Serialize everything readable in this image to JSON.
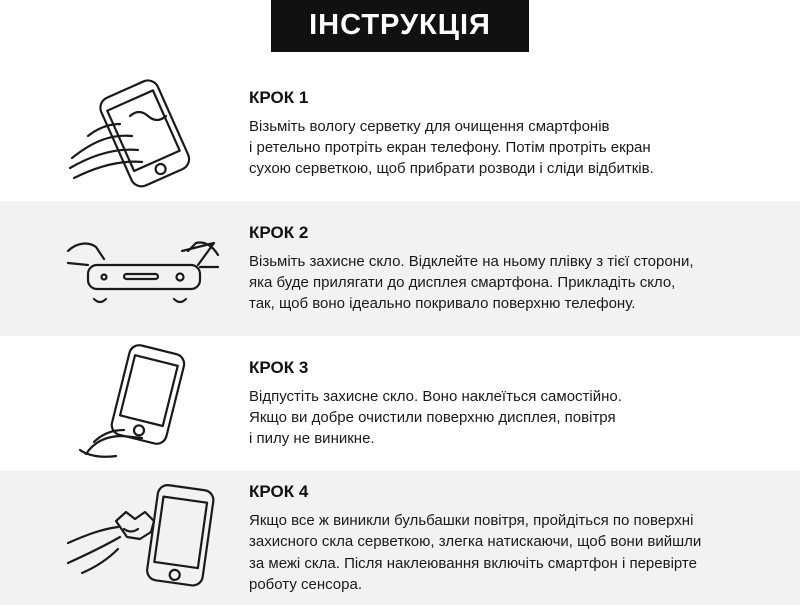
{
  "header": {
    "title": "ІНСТРУКЦІЯ"
  },
  "steps": [
    {
      "title": "КРОК 1",
      "text": "Візьміть вологу серветку для очищення смартфонів\nі ретельно протріть екран телефону. Потім протріть екран\nсухою серветкою, щоб прибрати розводи і сліди відбитків.",
      "illustration": "hand-wiping-phone-with-cloth"
    },
    {
      "title": "КРОК 2",
      "text": "Візьміть захисне скло. Відклейте на ньому плівку з тієї сторони,\nяка буде прилягати до дисплея смартфона. Прикладіть скло,\nтак, щоб воно ідеально покривало поверхню телефону.",
      "illustration": "two-hands-peeling-film-from-glass"
    },
    {
      "title": "КРОК 3",
      "text": "Відпустіть захисне скло. Воно наклеїться самостійно.\nЯкщо ви добре очистили поверхню дисплея, повітря\nі пилу не виникне.",
      "illustration": "hand-releasing-glass-onto-phone"
    },
    {
      "title": "КРОК 4",
      "text": "Якщо все ж виникли бульбашки повітря, пройдіться по поверхні\nзахисного скла серветкою, злегка натискаючи, щоб вони вийшли\nза межі скла. Після наклеювання включіть смартфон і перевірте\nроботу сенсора.",
      "illustration": "hand-smoothing-bubbles-with-cloth"
    }
  ],
  "colors": {
    "band": "#f2f2f2",
    "ink": "#1a1a1a",
    "header_bg": "#111111"
  }
}
